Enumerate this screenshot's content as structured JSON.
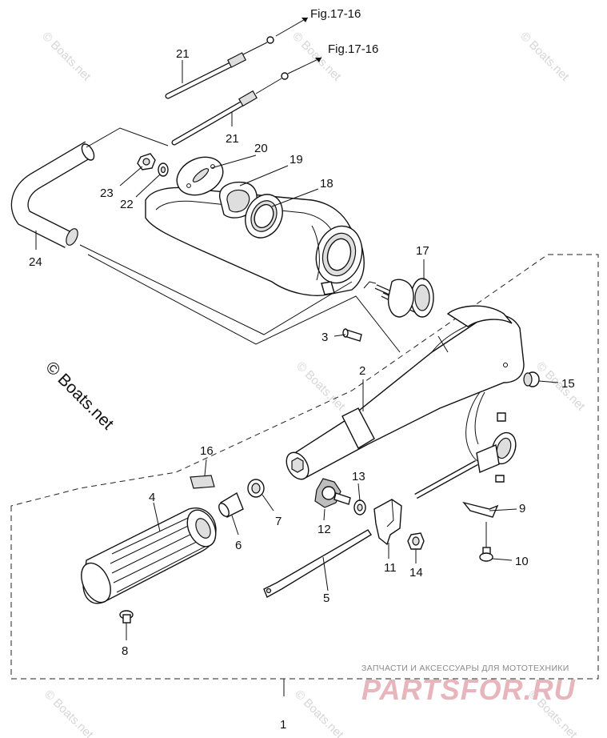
{
  "references": {
    "fig_a": "Fig.17-16",
    "fig_b": "Fig.17-16"
  },
  "callouts": [
    "1",
    "2",
    "3",
    "4",
    "5",
    "6",
    "7",
    "8",
    "9",
    "10",
    "11",
    "12",
    "13",
    "14",
    "15",
    "16",
    "17",
    "18",
    "19",
    "20",
    "21",
    "21",
    "22",
    "23",
    "24"
  ],
  "watermarks": {
    "small": "© Boats.net",
    "main": "© Boats.net"
  },
  "branding": {
    "tagline": "ЗАПЧАСТИ И АКСЕССУАРЫ ДЛЯ МОТОТЕХНИКИ",
    "logo": "PARTSFOR.RU"
  }
}
